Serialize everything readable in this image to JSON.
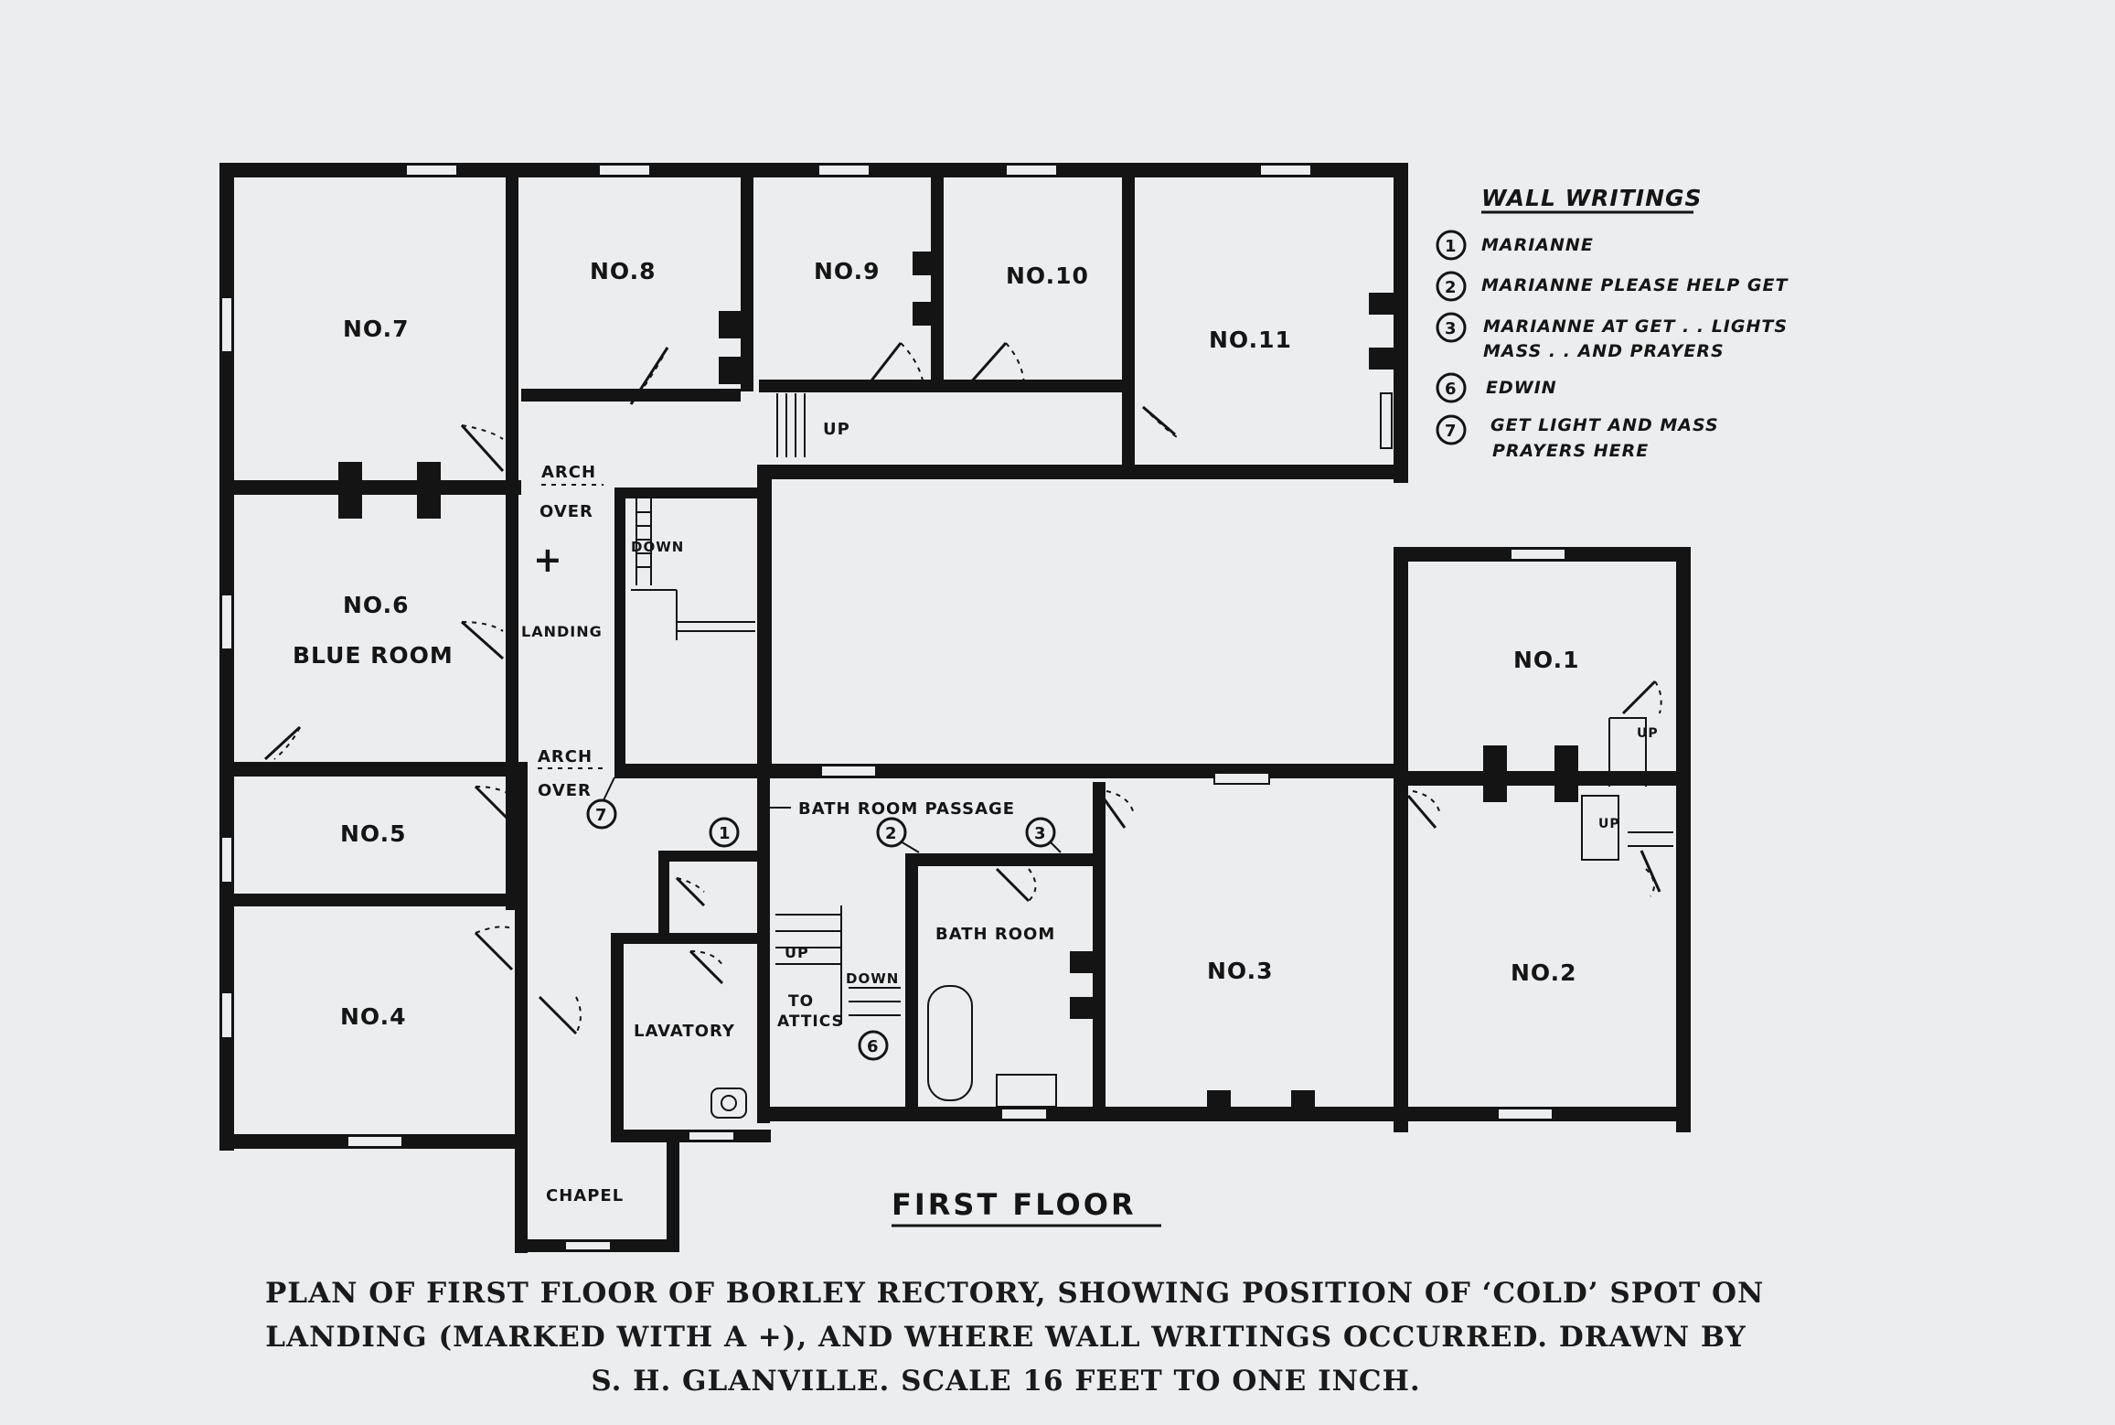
{
  "rooms": {
    "no7": "NO.7",
    "no8": "NO.8",
    "no9": "NO.9",
    "no10": "NO.10",
    "no11": "NO.11",
    "no6": "NO.6",
    "blue_room": "BLUE ROOM",
    "no5": "NO.5",
    "no4": "NO.4",
    "no1": "NO.1",
    "no2": "NO.2",
    "no3": "NO.3",
    "bath_room": "BATH ROOM",
    "lavatory": "LAVATORY",
    "chapel": "CHAPEL"
  },
  "labels": {
    "arch_top": "ARCH",
    "over_top": "OVER",
    "landing": "LANDING",
    "arch_bottom": "ARCH",
    "over_bottom": "OVER",
    "bath_room_passage": "BATH ROOM PASSAGE",
    "up_top": "UP",
    "down_stair": "DOWN",
    "up_attic": "UP",
    "down_attic": "DOWN",
    "to": "TO",
    "attics": "ATTICS",
    "up_right_1": "UP",
    "up_right_2": "UP",
    "cold_spot": "+"
  },
  "markers": {
    "m1": "1",
    "m2": "2",
    "m3": "3",
    "m6": "6",
    "m7": "7"
  },
  "legend": {
    "title": "WALL WRITINGS",
    "items": [
      {
        "num": "1",
        "line1": "MARIANNE",
        "line2": ""
      },
      {
        "num": "2",
        "line1": "MARIANNE PLEASE HELP GET",
        "line2": ""
      },
      {
        "num": "3",
        "line1": "MARIANNE AT GET . . LIGHTS",
        "line2": "MASS . . AND PRAYERS"
      },
      {
        "num": "6",
        "line1": "EDWIN",
        "line2": ""
      },
      {
        "num": "7",
        "line1": "GET LIGHT AND MASS",
        "line2": "PRAYERS HERE"
      }
    ]
  },
  "floor_title": "FIRST FLOOR",
  "caption": {
    "line1": "PLAN OF FIRST FLOOR OF BORLEY RECTORY, SHOWING POSITION OF ‘COLD’ SPOT ON",
    "line2": "LANDING (MARKED WITH A +), AND WHERE WALL WRITINGS OCCURRED. DRAWN BY",
    "line3": "S. H. GLANVILLE. SCALE 16 FEET TO ONE INCH."
  }
}
